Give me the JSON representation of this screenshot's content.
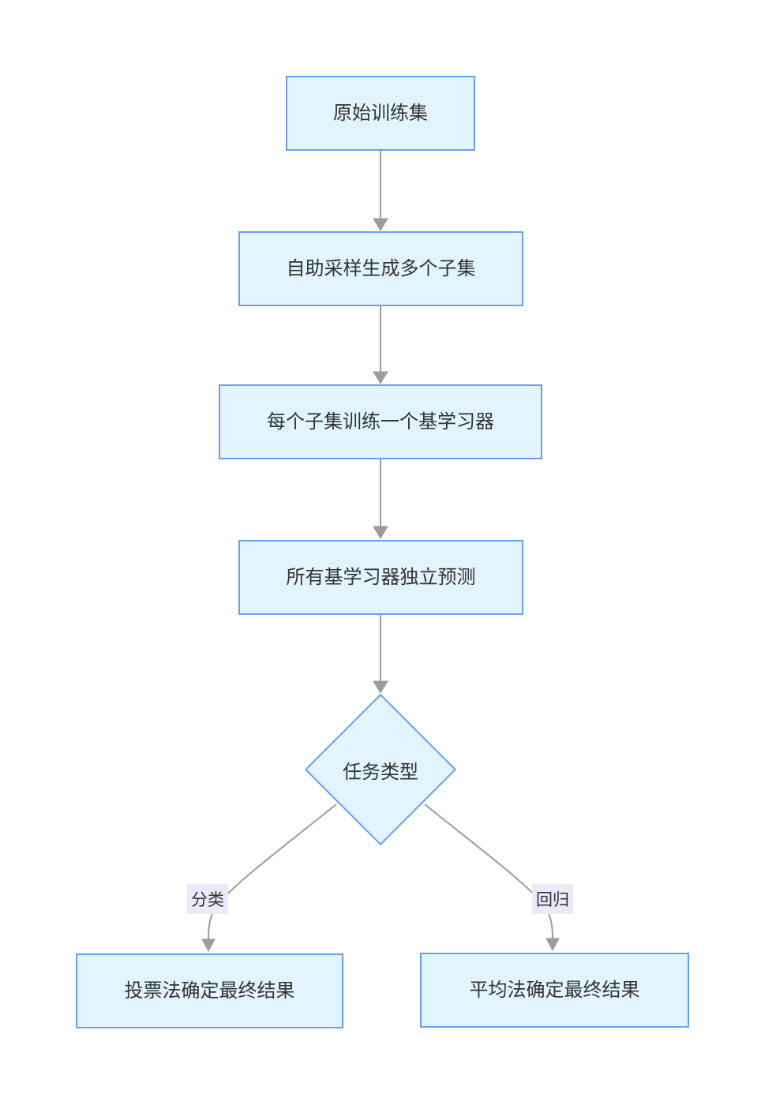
{
  "diagram": {
    "type": "flowchart",
    "direction": "top-down",
    "nodes": [
      {
        "id": "original",
        "label": "原始训练集",
        "shape": "rect"
      },
      {
        "id": "bootstrap",
        "label": "自助采样生成多个子集",
        "shape": "rect"
      },
      {
        "id": "train",
        "label": "每个子集训练一个基学习器",
        "shape": "rect"
      },
      {
        "id": "predict",
        "label": "所有基学习器独立预测",
        "shape": "rect"
      },
      {
        "id": "task_type",
        "label": "任务类型",
        "shape": "diamond"
      },
      {
        "id": "voting",
        "label": "投票法确定最终结果",
        "shape": "rect"
      },
      {
        "id": "averaging",
        "label": "平均法确定最终结果",
        "shape": "rect"
      }
    ],
    "edges": [
      {
        "from": "original",
        "to": "bootstrap",
        "label": ""
      },
      {
        "from": "bootstrap",
        "to": "train",
        "label": ""
      },
      {
        "from": "train",
        "to": "predict",
        "label": ""
      },
      {
        "from": "predict",
        "to": "task_type",
        "label": ""
      },
      {
        "from": "task_type",
        "to": "voting",
        "label": "分类"
      },
      {
        "from": "task_type",
        "to": "averaging",
        "label": "回归"
      }
    ]
  },
  "colors": {
    "node_fill": "#E2F4FD",
    "node_border": "#6C9EF0",
    "edge_line": "#9C9C9C",
    "edge_label_bg": "#ECEAF8",
    "text": "#333333",
    "background": "#FFFFFF"
  }
}
